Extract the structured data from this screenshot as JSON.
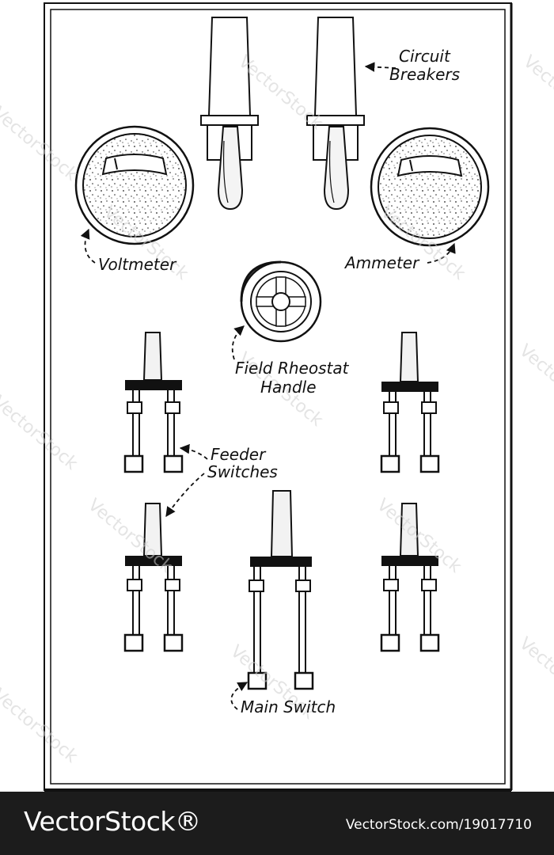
{
  "labels": {
    "circuit_breakers_line1": "Circuit",
    "circuit_breakers_line2": "Breakers",
    "voltmeter": "Voltmeter",
    "ammeter": "Ammeter",
    "field_rheostat_line1": "Field Rheostat",
    "field_rheostat_line2": "Handle",
    "feeder_switches_line1": "Feeder",
    "feeder_switches_line2": "Switches",
    "main_switch": "Main Switch"
  },
  "watermark": {
    "text": "VectorStock"
  },
  "footer": {
    "logo": "VectorStock®",
    "credit": "VectorStock.com/19017710"
  },
  "colors": {
    "ink": "#111111",
    "panel_background": "#ffffff",
    "footer_background": "#1c1c1c",
    "watermark": "#cfcfcf"
  }
}
